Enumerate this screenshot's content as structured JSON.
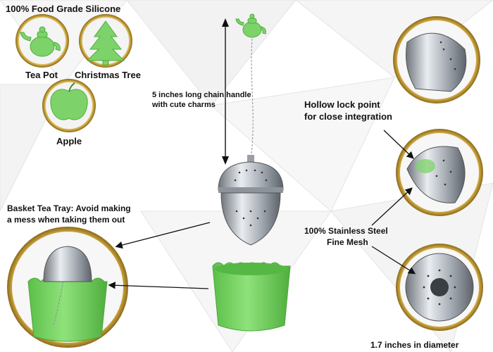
{
  "heading": "100% Food Grade Silicone",
  "charms": [
    {
      "label": "Tea Pot",
      "icon": "teapot-charm-icon"
    },
    {
      "label": "Christmas Tree",
      "icon": "christmas-tree-charm-icon"
    },
    {
      "label": "Apple",
      "icon": "apple-charm-icon"
    }
  ],
  "chain_note": {
    "line1": "5 inches long chain handle",
    "line2": "with cute charms"
  },
  "basket_note": {
    "line1": "Basket Tea Tray: Avoid making",
    "line2": "a mess when taking them out"
  },
  "lock_note": {
    "line1": "Hollow lock point",
    "line2": "for close integration"
  },
  "mesh_note": {
    "line1": "100% Stainless Steel",
    "line2": "Fine Mesh"
  },
  "diameter_note": "1.7 inches in diameter",
  "colors": {
    "silicone_green": "#7dd36a",
    "gold_ring": "#c9a23a",
    "steel": "#b9bec4",
    "background": "#ffffff"
  }
}
